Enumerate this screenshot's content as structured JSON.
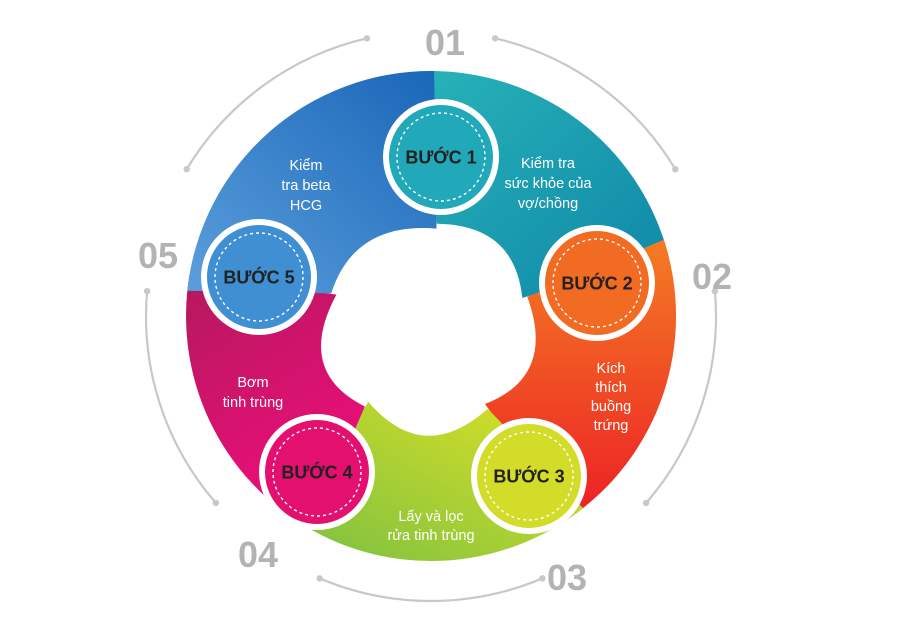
{
  "steps": [
    {
      "number": "01",
      "title": "BƯỚC 1",
      "desc": [
        "Kiểm tra",
        "sức khỏe của",
        "vợ/chồng"
      ],
      "color": "#22a9b9",
      "color_dark": "#0d8aab"
    },
    {
      "number": "02",
      "title": "BƯỚC 2",
      "desc": [
        "Kích",
        "thích",
        "buồng",
        "trứng"
      ],
      "color": "#f26b22",
      "color_dark": "#ee2f22"
    },
    {
      "number": "03",
      "title": "BƯỚC 3",
      "desc": [
        "Lấy và lọc",
        "rửa tinh trùng"
      ],
      "color": "#d4dc2a",
      "color_dark": "#8cc43e"
    },
    {
      "number": "04",
      "title": "BƯỚC 4",
      "desc": [
        "Bơm",
        "tinh trùng"
      ],
      "color": "#e3106f",
      "color_dark": "#a5175a"
    },
    {
      "number": "05",
      "title": "BƯỚC 5",
      "desc": [
        "Kiểm",
        "tra beta",
        "HCG"
      ],
      "color": "#3f8fd2",
      "color_dark": "#1e6fbe"
    }
  ],
  "colors": {
    "outer_ring": "#c8c8c8",
    "number_text": "#b3b3b3",
    "step_title": "#222222",
    "desc_text": "#ffffff"
  }
}
